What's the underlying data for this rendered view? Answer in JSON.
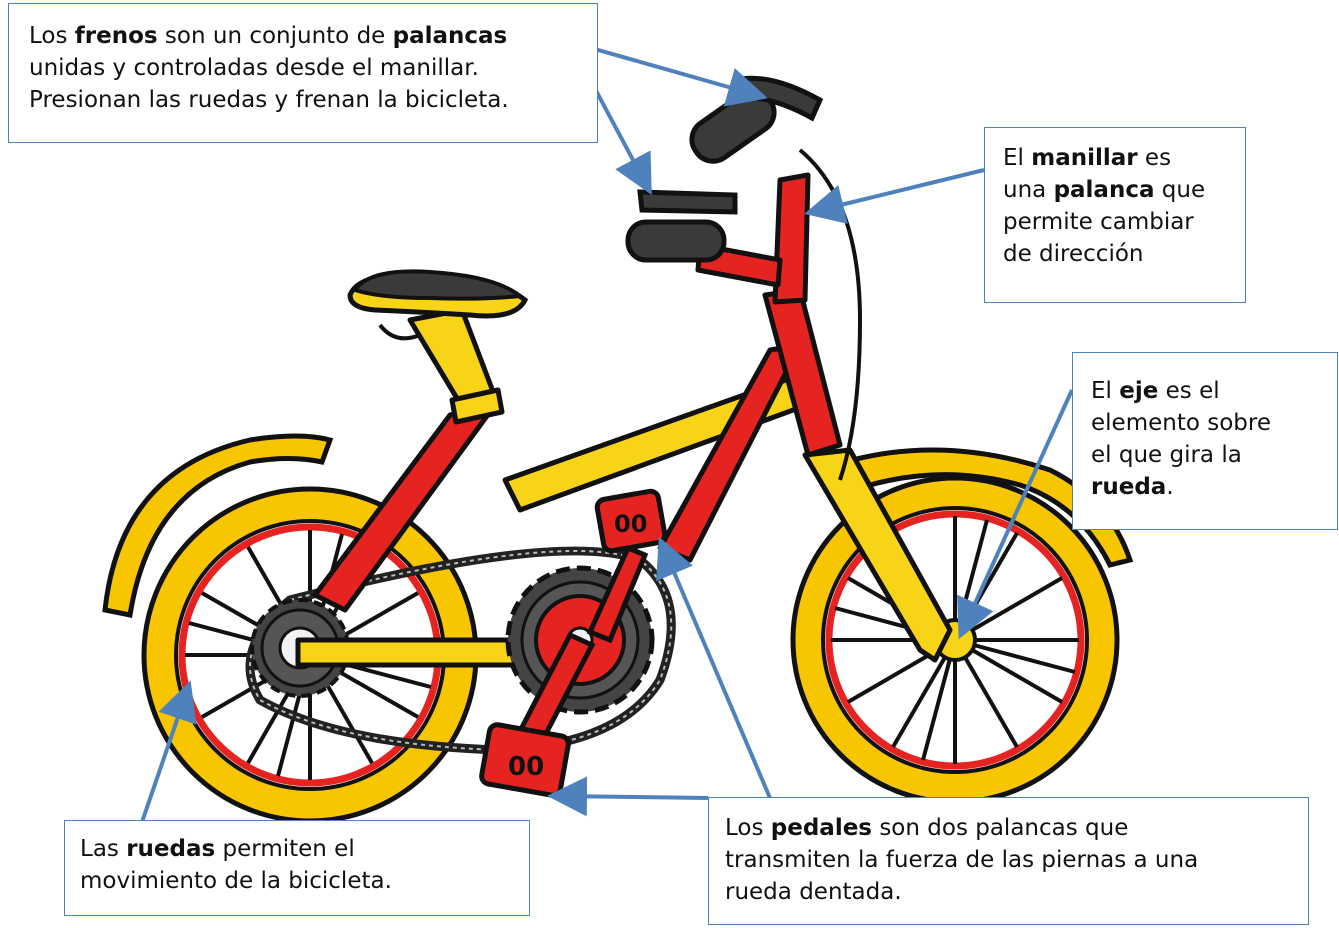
{
  "callouts": {
    "frenos": {
      "l1a": "Los ",
      "l1b": "frenos",
      "l1c": " son un conjunto de ",
      "l1d": "palancas",
      "l2": "unidas y controladas desde el manillar.",
      "l3": "Presionan las ruedas y frenan la bicicleta."
    },
    "manillar": {
      "l1a": "El ",
      "l1b": "manillar",
      "l1c": " es",
      "l2a": "una ",
      "l2b": "palanca",
      "l2c": " que",
      "l3": "permite cambiar",
      "l4": "de dirección"
    },
    "eje": {
      "l1a": "El ",
      "l1b": "eje",
      "l1c": " es el",
      "l2": "elemento sobre",
      "l3": "el que gira la",
      "l4a": "rueda",
      "l4b": "."
    },
    "ruedas": {
      "l1a": "Las ",
      "l1b": "ruedas",
      "l1c": " permiten el",
      "l2": "movimiento de la bicicleta."
    },
    "pedales": {
      "l1a": "Los ",
      "l1b": "pedales",
      "l1c": " son dos palancas que",
      "l2": "transmiten la fuerza de las piernas a una",
      "l3": "rueda dentada."
    }
  },
  "colors": {
    "frame_red": "#e52421",
    "frame_yellow": "#f7d417",
    "tire_yellow": "#f7c600",
    "arrow_blue": "#4f81bd",
    "grip_dark": "#3a3a3a"
  }
}
